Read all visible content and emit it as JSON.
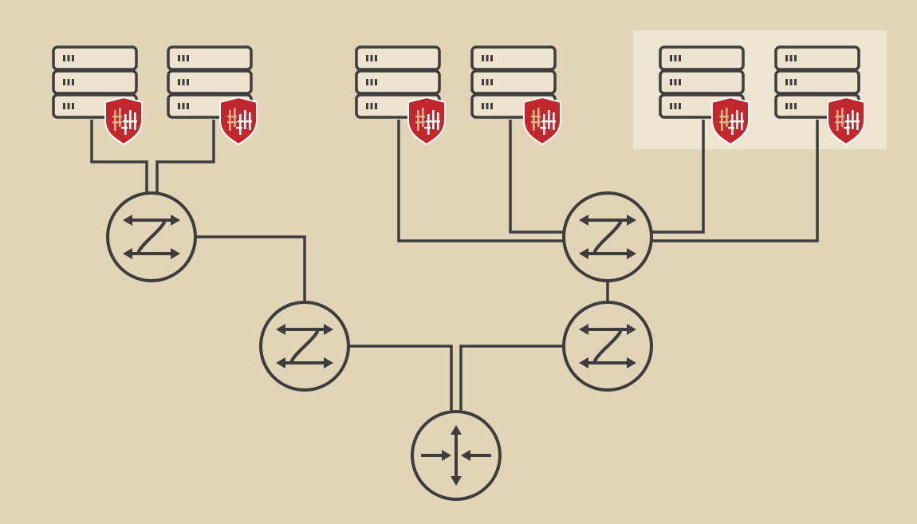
{
  "colors": {
    "background": "#e1d4b7",
    "highlight_zone": "#ede4d2",
    "stroke": "#3d3d3d",
    "server_fill": "#ede3cf",
    "shield_red": "#c1272d",
    "shield_glyph_light": "#ffffff",
    "shield_glyph_tan": "#d9b48a"
  },
  "diagram": {
    "servers": [
      {
        "id": "s1",
        "group": "left",
        "protected": true,
        "icon": "firewall-shield-icon"
      },
      {
        "id": "s2",
        "group": "left",
        "protected": true,
        "icon": "firewall-shield-icon"
      },
      {
        "id": "s3",
        "group": "right",
        "protected": true,
        "icon": "firewall-shield-icon"
      },
      {
        "id": "s4",
        "group": "right",
        "protected": true,
        "icon": "firewall-shield-icon"
      },
      {
        "id": "s5",
        "group": "right",
        "protected": true,
        "icon": "firewall-shield-icon",
        "highlighted": true
      },
      {
        "id": "s6",
        "group": "right",
        "protected": true,
        "icon": "firewall-shield-icon",
        "highlighted": true
      }
    ],
    "switches": [
      {
        "id": "sw-left",
        "icon": "switch-icon"
      },
      {
        "id": "sw-right",
        "icon": "switch-icon"
      },
      {
        "id": "sw-mid-left",
        "icon": "switch-icon"
      },
      {
        "id": "sw-mid-right",
        "icon": "switch-icon"
      }
    ],
    "routers": [
      {
        "id": "router",
        "icon": "router-icon"
      }
    ],
    "links": [
      [
        "s1",
        "sw-left"
      ],
      [
        "s2",
        "sw-left"
      ],
      [
        "s3",
        "sw-right"
      ],
      [
        "s4",
        "sw-right"
      ],
      [
        "s5",
        "sw-right"
      ],
      [
        "s6",
        "sw-right"
      ],
      [
        "sw-left",
        "sw-mid-left"
      ],
      [
        "sw-right",
        "sw-mid-right"
      ],
      [
        "sw-mid-left",
        "router"
      ],
      [
        "sw-mid-right",
        "router"
      ]
    ]
  }
}
